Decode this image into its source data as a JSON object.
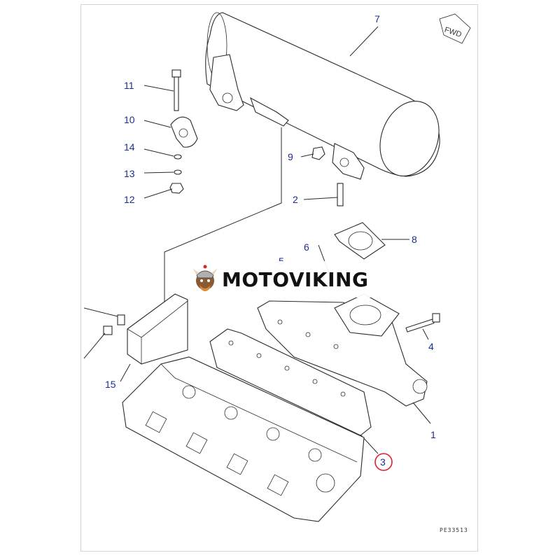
{
  "diagram": {
    "callouts": {
      "c1": "1",
      "c2": "2",
      "c3": "3",
      "c4": "4",
      "c5": "5",
      "c6": "6",
      "c7": "7",
      "c8": "8",
      "c9": "9",
      "c10": "10",
      "c11": "11",
      "c12": "12",
      "c13": "13",
      "c14": "14",
      "c15": "15"
    },
    "direction_marker": "FWD",
    "drawing_code": "PE33513",
    "highlighted_callout": "3",
    "highlight_color": "#e0202a",
    "callout_color": "#1c2f8c"
  },
  "watermark": {
    "text": "MOTOVIKING",
    "logo_icon": "viking-mascot-icon"
  }
}
